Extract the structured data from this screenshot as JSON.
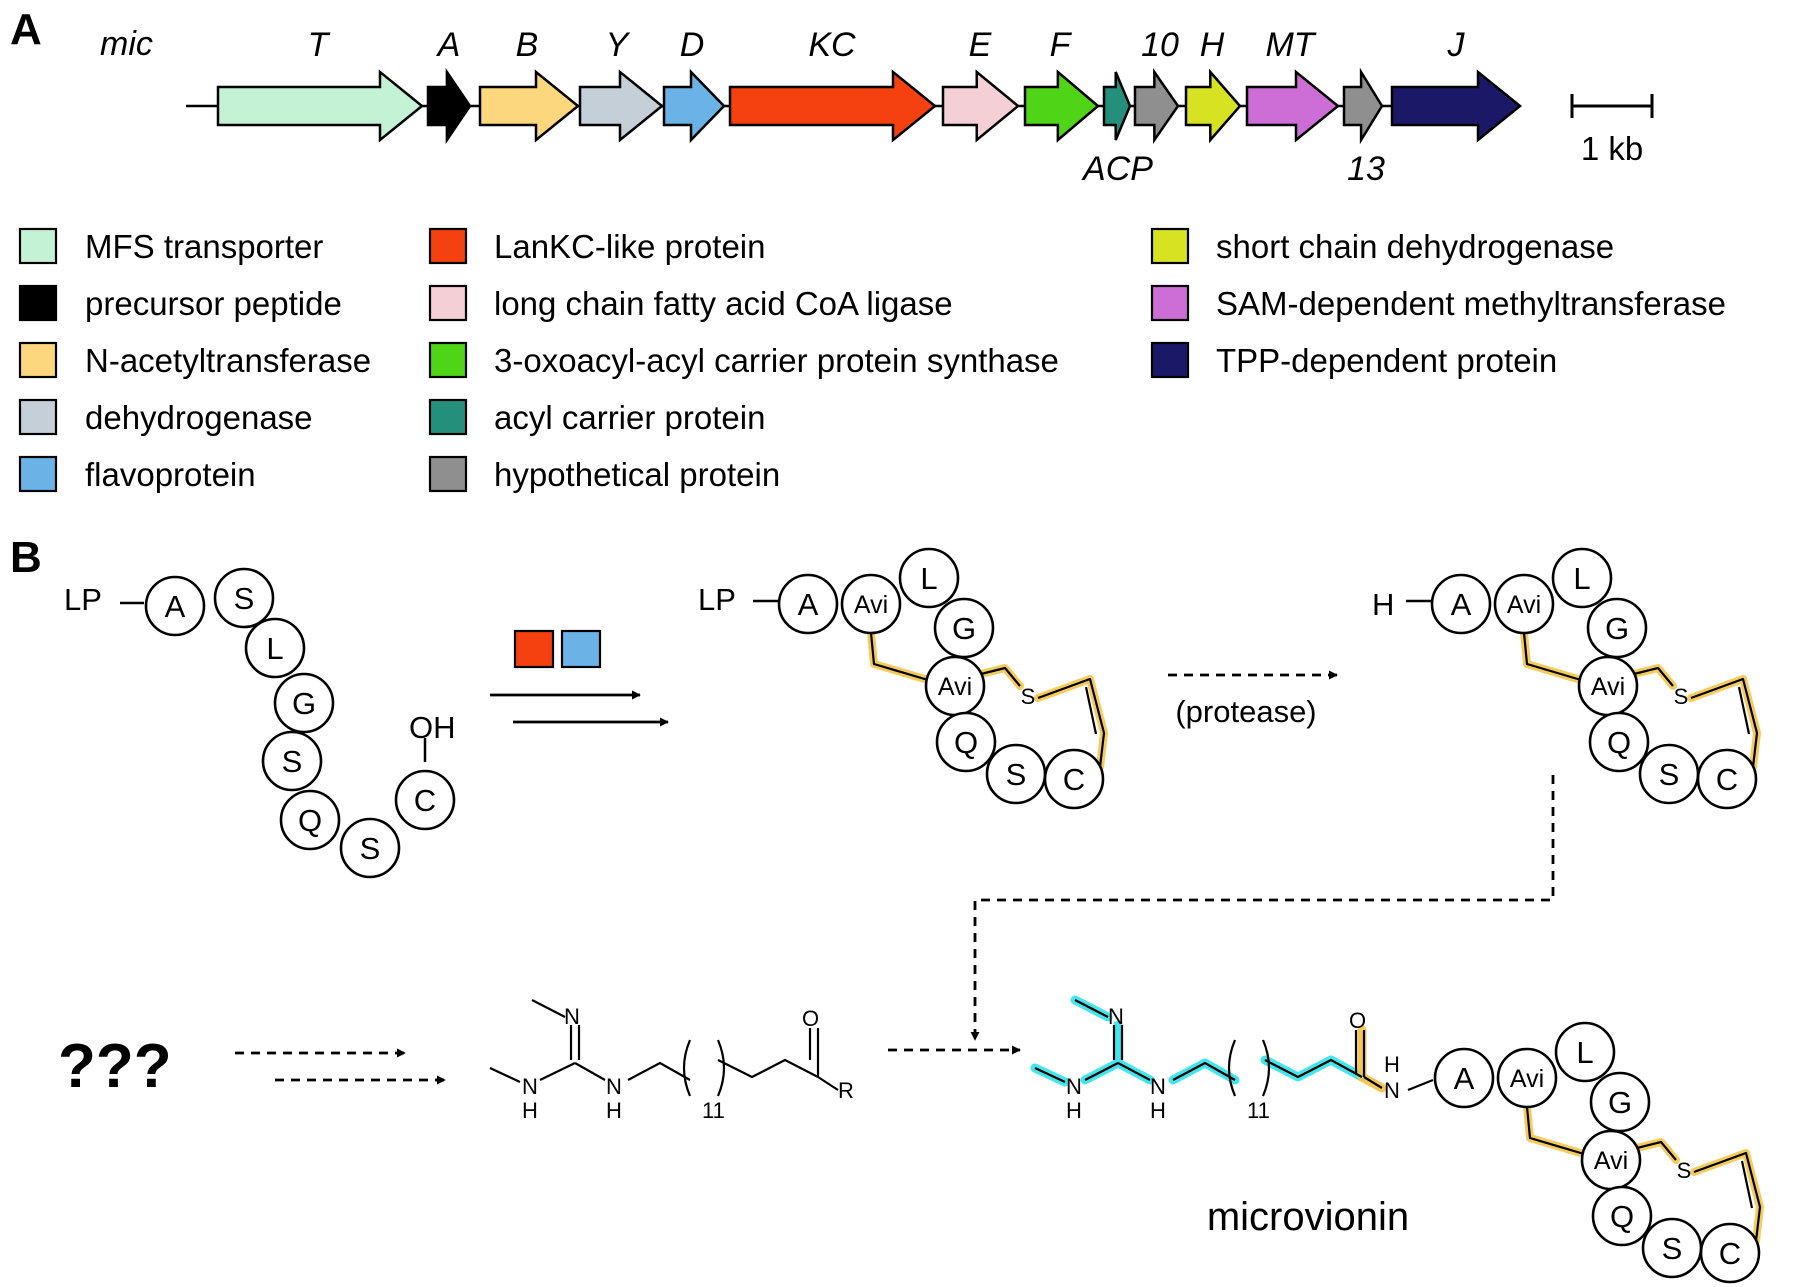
{
  "panels": {
    "a": "A",
    "b": "B"
  },
  "cluster": {
    "name": "mic",
    "scale_label": "1 kb"
  },
  "genes": [
    {
      "label": "T",
      "color": "#c3f2d4"
    },
    {
      "label": "A",
      "color": "#000000"
    },
    {
      "label": "B",
      "color": "#fdd77d"
    },
    {
      "label": "Y",
      "color": "#c4cfd8"
    },
    {
      "label": "D",
      "color": "#6bb3e6"
    },
    {
      "label": "KC",
      "color": "#f5400f"
    },
    {
      "label": "E",
      "color": "#f4d0d6"
    },
    {
      "label": "F",
      "color": "#4fd418"
    },
    {
      "label": "ACP",
      "color": "#24907c"
    },
    {
      "label": "10",
      "color": "#8f8f8f"
    },
    {
      "label": "H",
      "color": "#d6e222"
    },
    {
      "label": "MT",
      "color": "#cc6ed6"
    },
    {
      "label": "13",
      "color": "#8f8f8f"
    },
    {
      "label": "J",
      "color": "#1b1967"
    }
  ],
  "legend": [
    {
      "label": "MFS transporter",
      "color": "#c3f2d4"
    },
    {
      "label": "precursor peptide",
      "color": "#000000"
    },
    {
      "label": "N-acetyltransferase",
      "color": "#fdd77d"
    },
    {
      "label": "dehydrogenase",
      "color": "#c4cfd8"
    },
    {
      "label": "flavoprotein",
      "color": "#6bb3e6"
    },
    {
      "label": "LanKC-like protein",
      "color": "#f5400f"
    },
    {
      "label": "long chain fatty acid CoA ligase",
      "color": "#f4d0d6"
    },
    {
      "label": "3-oxoacyl-acyl carrier protein synthase",
      "color": "#4fd418"
    },
    {
      "label": "acyl carrier protein",
      "color": "#24907c"
    },
    {
      "label": "hypothetical protein",
      "color": "#8f8f8f"
    },
    {
      "label": "short chain dehydrogenase",
      "color": "#d6e222"
    },
    {
      "label": "SAM-dependent methyltransferase",
      "color": "#cc6ed6"
    },
    {
      "label": "TPP-dependent protein",
      "color": "#1b1967"
    }
  ],
  "scheme": {
    "precursor_residues": [
      "A",
      "S",
      "L",
      "G",
      "S",
      "Q",
      "S",
      "C"
    ],
    "modified_residues": [
      "A",
      "Avi",
      "L",
      "G",
      "Avi",
      "Q",
      "S",
      "C"
    ],
    "lp": "LP",
    "h": "H",
    "oh": "OH",
    "s": "S",
    "protease": "(protease)",
    "unknown": "???",
    "product": "microvionin",
    "chem": {
      "n": "N",
      "nh": "N",
      "h": "H",
      "o": "O",
      "r": "R",
      "repeat": "11"
    },
    "colors": {
      "crosslink": "#f5c242",
      "lipid": "#2fe3ea"
    }
  }
}
